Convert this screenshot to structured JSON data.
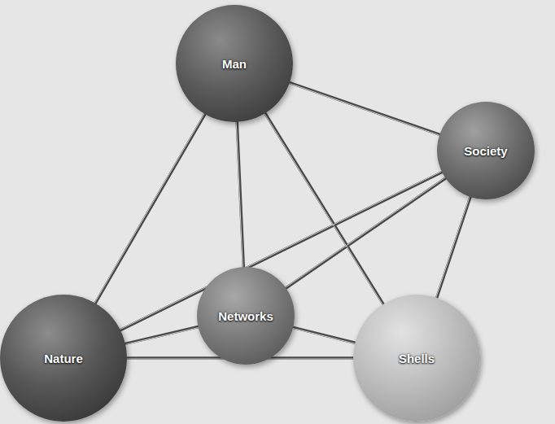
{
  "diagram": {
    "nodes": [
      {
        "text": [
          "Man"
        ]
      },
      {
        "text": [
          "Society"
        ]
      },
      {
        "text": [
          "Networks"
        ]
      },
      {
        "text": [
          "Nature"
        ]
      },
      {
        "text": [
          "Shells"
        ]
      }
    ],
    "edges": [
      {
        "from": 0,
        "to": 1,
        "arrow": "none"
      },
      {
        "from": 0,
        "to": 3,
        "arrow": "none"
      },
      {
        "from": 0,
        "to": 2,
        "arrow": "none"
      },
      {
        "from": 0,
        "to": 4,
        "arrow": "none"
      },
      {
        "from": 1,
        "to": 3,
        "arrow": "none"
      },
      {
        "from": 1,
        "to": 2,
        "arrow": "none"
      },
      {
        "from": 1,
        "to": 4,
        "arrow": "none"
      },
      {
        "from": 3,
        "to": 2,
        "arrow": "none"
      },
      {
        "from": 3,
        "to": 4,
        "arrow": "none"
      },
      {
        "from": 2,
        "to": 4,
        "arrow": "none"
      }
    ]
  }
}
